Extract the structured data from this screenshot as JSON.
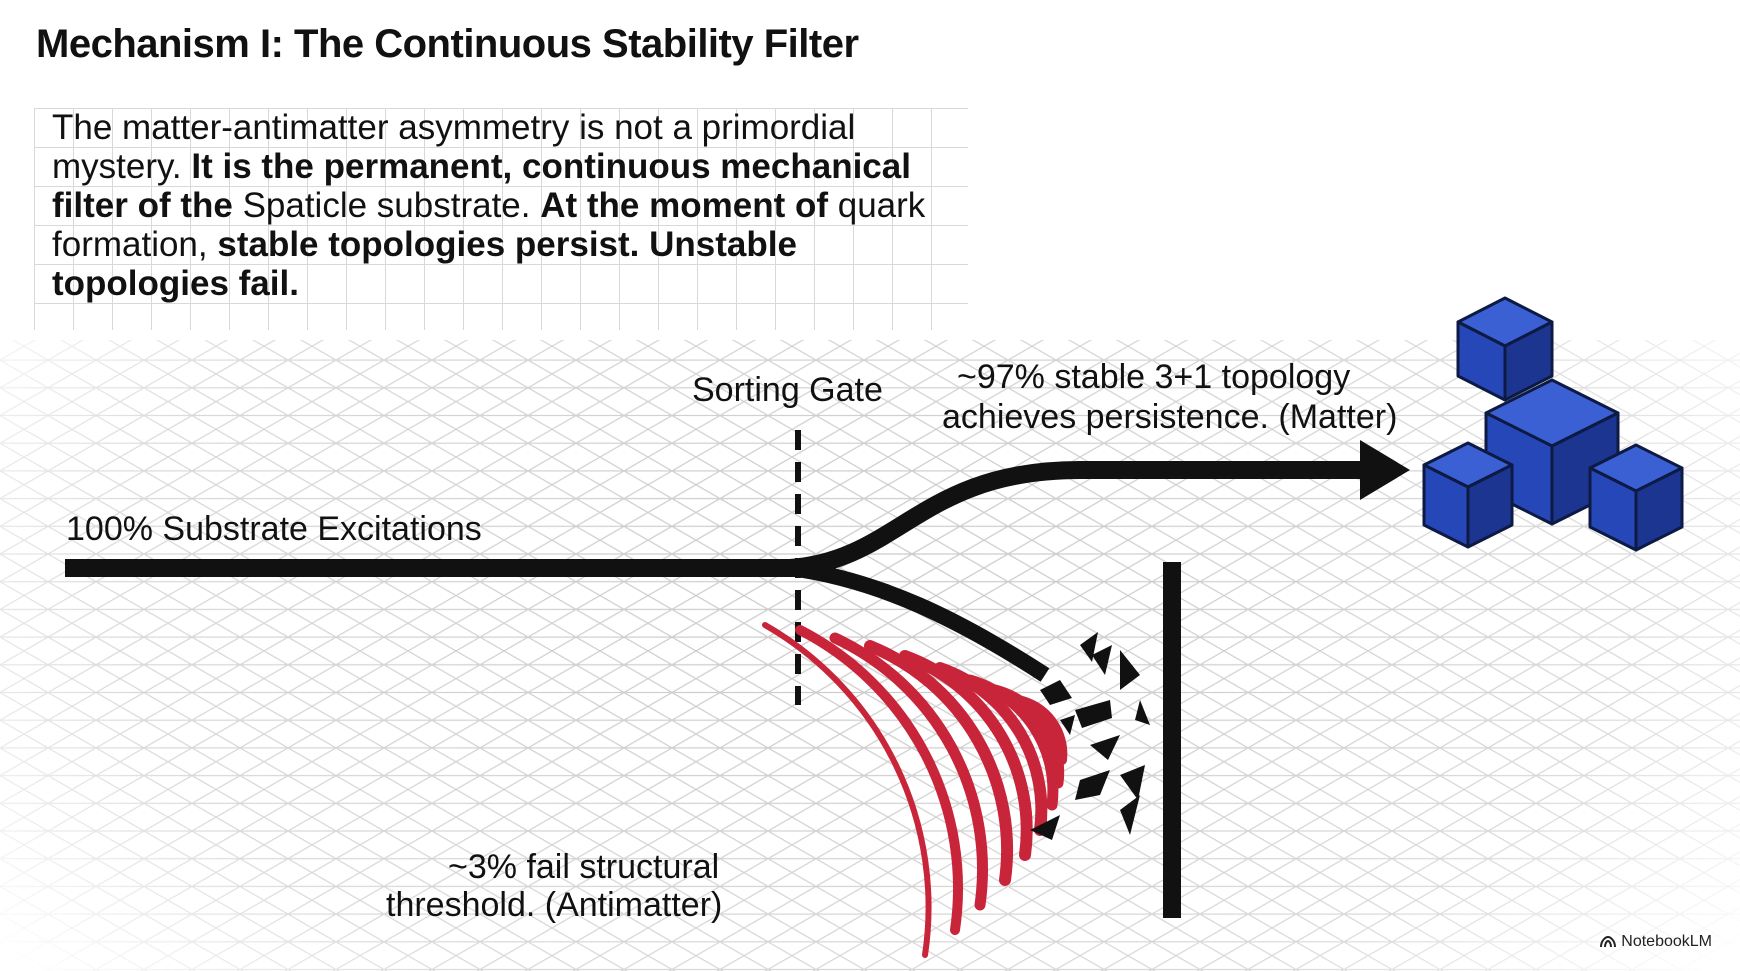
{
  "title": "Mechanism I: The Continuous Stability Filter",
  "intro": {
    "s1": "The matter-antimatter asymmetry is not a primordial mystery.",
    "s2": "It is the permanent, continuous mechanical filter of the",
    "s3": "Spaticle substrate.",
    "s4": "At the moment of",
    "s5": "quark formation,",
    "s6": "stable topologies persist. Unstable topologies fail."
  },
  "labels": {
    "input": "100% Substrate Excitations",
    "gate": "Sorting Gate",
    "matter_line1": "~97% stable 3+1 topology",
    "matter_line2": "achieves persistence. (Matter)",
    "antimatter_line1": "~3% fail structural",
    "antimatter_line2": "threshold. (Antimatter)"
  },
  "colors": {
    "flow": "#111111",
    "cube_blue": "#2647b8",
    "wave_red": "#c8253a",
    "grid": "#c9c9c9"
  },
  "icons": [
    "arrow-head-icon",
    "cube-stack-icon",
    "shockwave-icon",
    "barrier-wall-icon",
    "shard-debris-icon",
    "notebooklm-logo-icon"
  ],
  "brand": "NotebookLM"
}
